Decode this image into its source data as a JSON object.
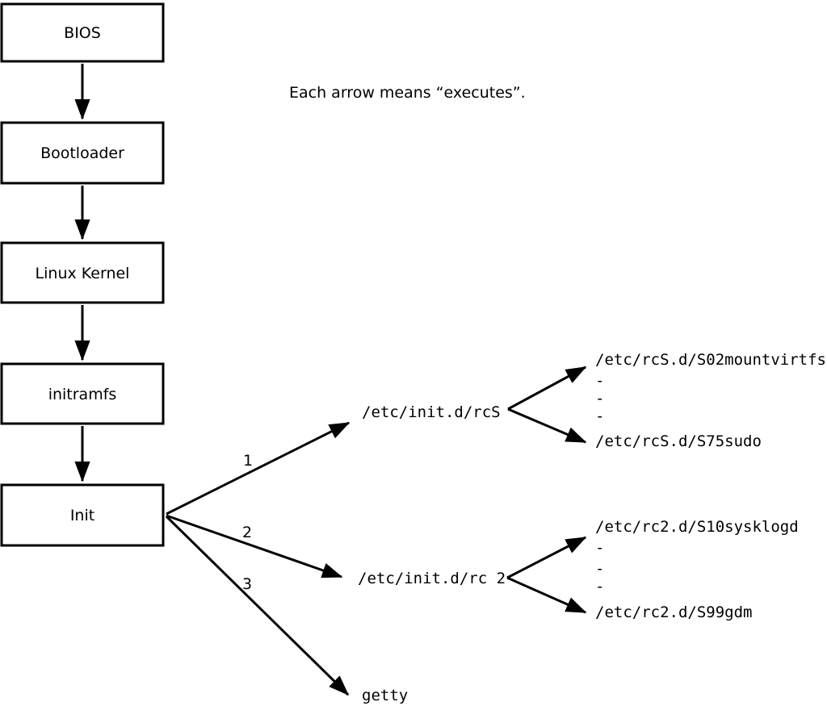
{
  "note": "Each arrow means “executes”.",
  "colors": {
    "ink": "#000000",
    "paper": "#ffffff"
  },
  "boot_chain": [
    {
      "label": "BIOS"
    },
    {
      "label": "Bootloader"
    },
    {
      "label": "Linux Kernel"
    },
    {
      "label": "initramfs"
    },
    {
      "label": "Init"
    }
  ],
  "init_branches": [
    {
      "order": "1",
      "target": "/etc/init.d/rcS"
    },
    {
      "order": "2",
      "target": "/etc/init.d/rc 2"
    },
    {
      "order": "3",
      "target": "getty"
    }
  ],
  "rcS_scripts": {
    "first": "/etc/rcS.d/S02mountvirtfs",
    "ellipsis": [
      "-",
      "-",
      "-"
    ],
    "last": "/etc/rcS.d/S75sudo"
  },
  "rc2_scripts": {
    "first": "/etc/rc2.d/S10sysklogd",
    "ellipsis": [
      "-",
      "-",
      "-"
    ],
    "last": "/etc/rc2.d/S99gdm"
  }
}
